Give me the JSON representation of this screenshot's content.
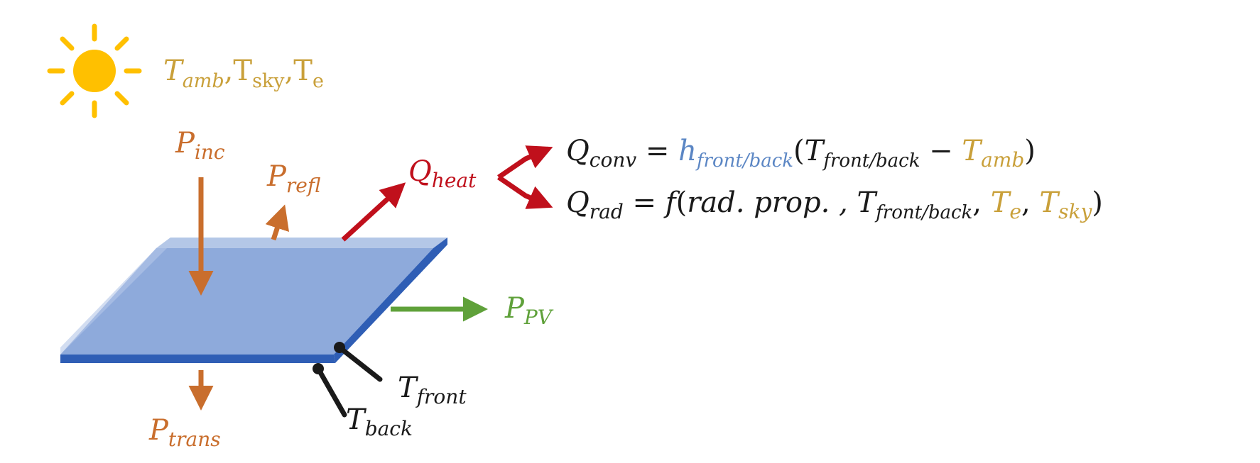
{
  "colors": {
    "orange": "#c96e2d",
    "gold": "#c9a03a",
    "red": "#c0101c",
    "green": "#5fa13a",
    "blue": "#5b86c4",
    "panel_top": "#8eaadb",
    "panel_edge": "#2f5eb5",
    "sun": "#ffc000"
  },
  "icons": {
    "sun": "sun-icon"
  },
  "ambient": {
    "t_amb": {
      "base": "T",
      "sub": "amb"
    },
    "t_sky": {
      "base": "T",
      "sub": "sky"
    },
    "t_e": {
      "base": "T",
      "sub": "e"
    },
    "sep": ","
  },
  "flows": {
    "p_inc": {
      "base": "P",
      "sub": "inc"
    },
    "p_refl": {
      "base": "P",
      "sub": "refl"
    },
    "p_trans": {
      "base": "P",
      "sub": "trans"
    },
    "p_pv": {
      "base": "P",
      "sub": "PV"
    },
    "q_heat": {
      "base": "Q",
      "sub": "heat"
    }
  },
  "temps": {
    "t_front": {
      "base": "T",
      "sub": "front"
    },
    "t_back": {
      "base": "T",
      "sub": "back"
    }
  },
  "eq_conv": {
    "lhs": {
      "base": "Q",
      "sub": "conv"
    },
    "eq": " = ",
    "h": {
      "base": "h",
      "sub": "front/back"
    },
    "open": "(",
    "t1": {
      "base": "T",
      "sub": "front/back"
    },
    "minus": " − ",
    "t2": {
      "base": "T",
      "sub": "amb"
    },
    "close": ")"
  },
  "eq_rad": {
    "lhs": {
      "base": "Q",
      "sub": "rad"
    },
    "eq": " = ",
    "f": "f",
    "open": "(",
    "args": "rad. prop. , ",
    "t1": {
      "base": "T",
      "sub": "front/back"
    },
    "c1": ", ",
    "t2": {
      "base": "T",
      "sub": "e"
    },
    "c2": ", ",
    "t3": {
      "base": "T",
      "sub": "sky"
    },
    "close": ")"
  }
}
